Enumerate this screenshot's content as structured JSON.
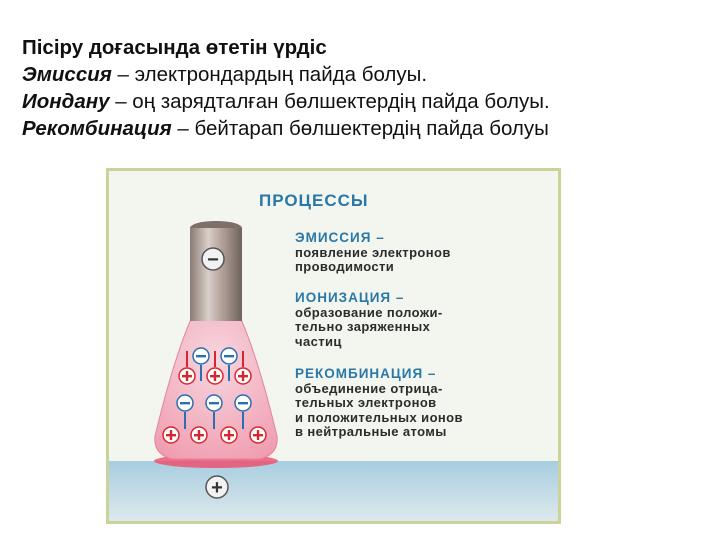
{
  "header": {
    "title": "Пісіру доғасында өтетін үрдіс",
    "lines": [
      {
        "term": "Эмиссия",
        "text": " – электрондардың пайда болуы."
      },
      {
        "term": "Иондану",
        "text": " – оң зарядталған бөлшектердің пайда болуы."
      },
      {
        "term": "Рекомбинация",
        "text": " – бейтарап бөлшектердің пайда болуы"
      }
    ]
  },
  "figure": {
    "heading": "ПРОЦЕССЫ",
    "blocks": [
      {
        "head": "ЭМИССИЯ –",
        "desc": "появление электронов\nпроводимости"
      },
      {
        "head": "ИОНИЗАЦИЯ –",
        "desc": "образование положи-\nтельно заряженных\nчастиц"
      },
      {
        "head": "РЕКОМБИНАЦИЯ –",
        "desc": "объединение отрица-\nтельных электронов\nи положительных ионов\nв нейтральные атомы"
      }
    ],
    "electrode_sign": "−",
    "workpiece_sign": "+",
    "colors": {
      "electrode": "#b8a8a0",
      "arc": "#f4b8c4",
      "accent": "#2a78a8",
      "plus": "#d8262e",
      "workpiece": "#8fb6cc"
    }
  }
}
